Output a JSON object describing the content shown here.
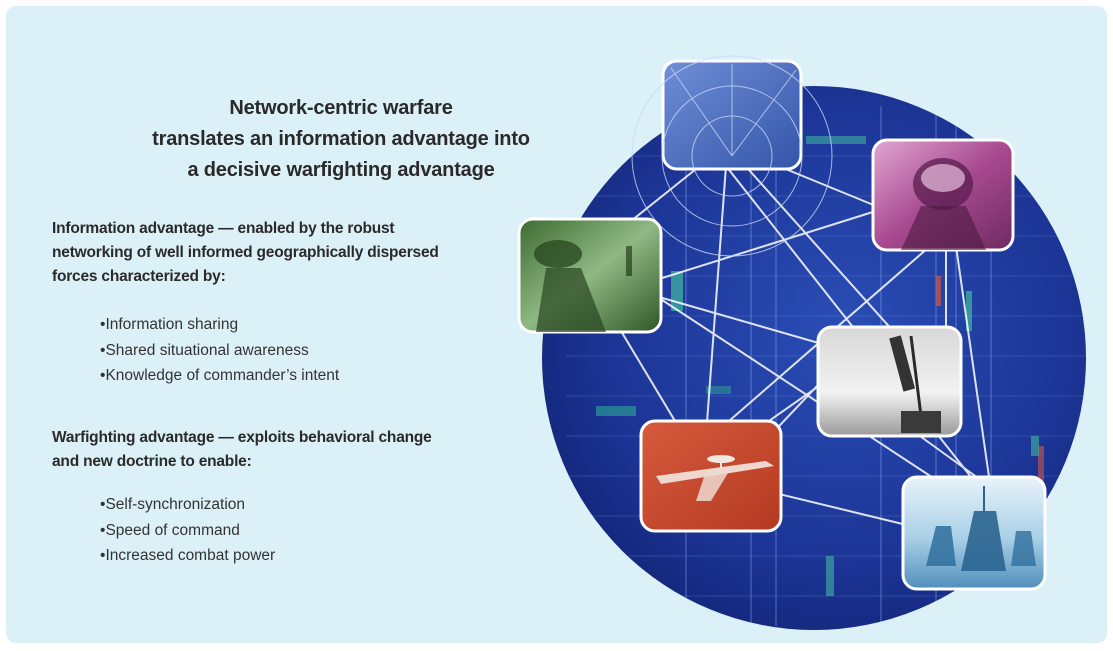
{
  "title": {
    "line1": "Network-centric warfare",
    "line2": "translates an information advantage into",
    "line3": "a decisive warfighting advantage"
  },
  "information_advantage": {
    "heading_line1": "Information advantage — enabled by the robust",
    "heading_line2": "networking of well informed geographically dispersed",
    "heading_line3": "forces characterized by:",
    "items": [
      "Information sharing",
      "Shared situational awareness",
      "Knowledge of commander’s intent"
    ]
  },
  "warfighting_advantage": {
    "heading_line1": "Warfighting advantage — exploits behavioral change",
    "heading_line2": "and new doctrine to enable:",
    "items": [
      "Self-synchronization",
      "Speed of command",
      "Increased combat power"
    ]
  },
  "diagram": {
    "nodes": [
      {
        "id": "radar-map",
        "image": "radar-scope-map-photo",
        "tint": "#4a6fc0"
      },
      {
        "id": "pilot",
        "image": "fighter-pilot-photo",
        "tint": "#b0569a"
      },
      {
        "id": "soldiers",
        "image": "infantry-soldiers-photo",
        "tint": "#4f8a3e"
      },
      {
        "id": "radar-antenna",
        "image": "radar-antenna-photo",
        "tint": "#9a9a9a"
      },
      {
        "id": "awacs",
        "image": "awacs-aircraft-photo",
        "tint": "#c8462c"
      },
      {
        "id": "ships",
        "image": "warships-photo",
        "tint": "#5a9cc8"
      }
    ],
    "background_color": "#1d3a9e",
    "link_color": "#ffffff"
  }
}
